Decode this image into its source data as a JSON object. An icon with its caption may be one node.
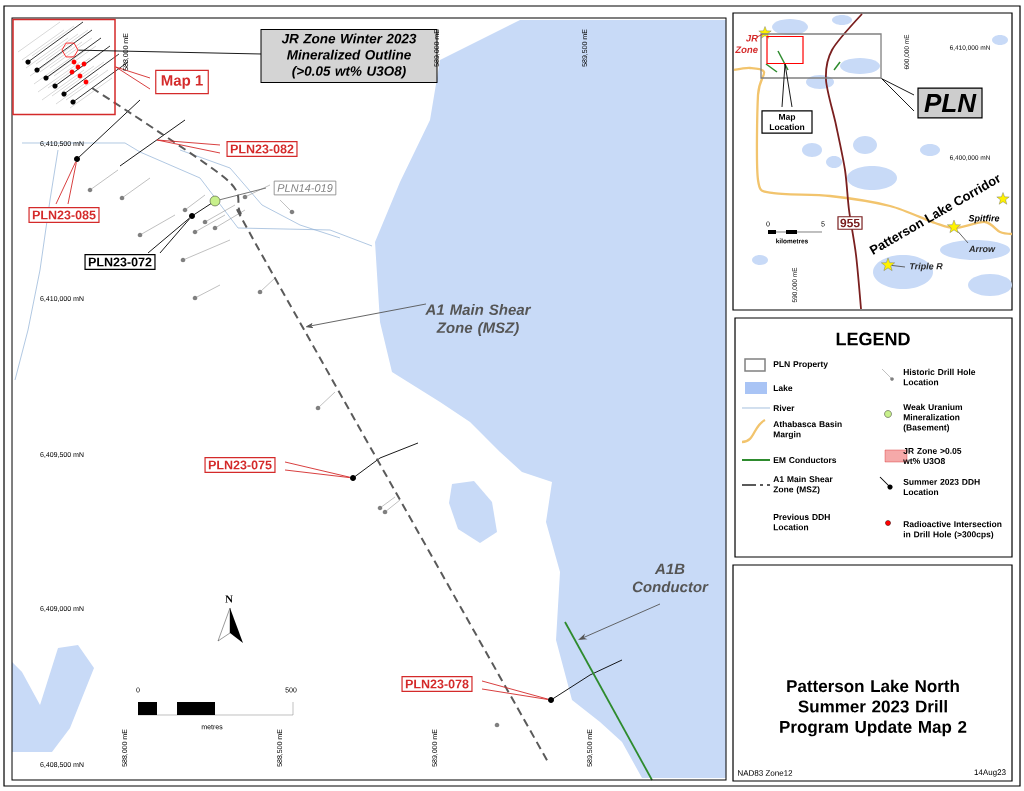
{
  "diagram": {
    "title": "Patterson Lake North Summer 2023 Drill Program Update Map 2",
    "nodes": [
      {
        "text": [
          "JR Zone Winter 2023 Mineralized Outline (>0.05 wt% U3O8)"
        ]
      },
      {
        "text": [],
        "shape": "box"
      },
      {
        "text": [],
        "shape": "polygon",
        "in": 1
      },
      {
        "text": [
          "Map 1"
        ]
      },
      {
        "text": [
          "PLN23-082"
        ]
      },
      {
        "text": [
          "PLN23-085"
        ]
      },
      {
        "text": [],
        "shape": "circle"
      },
      {
        "text": [
          "PLN14-019"
        ]
      },
      {
        "text": [],
        "shape": "circle"
      },
      {
        "text": [
          "PLN23-072"
        ]
      },
      {
        "text": [],
        "shape": "circle"
      },
      {
        "text": [
          "A1 Main Shear Zone (MSZ)"
        ]
      },
      {
        "text": [
          "PLN23-075"
        ]
      },
      {
        "text": [],
        "shape": "circle"
      },
      {
        "text": [
          "A1B Conductor"
        ]
      },
      {
        "text": [
          "PLN23-078"
        ]
      },
      {
        "text": [],
        "shape": "circle"
      },
      {
        "text": [
          "JR Zone"
        ]
      },
      {
        "text": [],
        "shape": "star"
      },
      {
        "text": [],
        "shape": "box"
      },
      {
        "text": [],
        "shape": "box",
        "in": 19
      },
      {
        "text": [
          "Map Location"
        ]
      },
      {
        "text": [
          "PLN"
        ]
      },
      {
        "text": [
          "955"
        ]
      },
      {
        "text": [
          "Arrow"
        ]
      },
      {
        "text": [],
        "shape": "star"
      },
      {
        "text": [
          "Triple R"
        ]
      },
      {
        "text": [],
        "shape": "star"
      },
      {
        "text": [],
        "shape": "star",
        "beside": [
          "Spitfire"
        ]
      }
    ],
    "edges": [
      {
        "from": 0,
        "to": 2,
        "arrow": "none",
        "color": "#000000"
      },
      {
        "from": 3,
        "to": 1,
        "arrow": "none",
        "color": "#d42a2a"
      },
      {
        "from": 4,
        "to": null,
        "arrow": "none",
        "color": "#d42a2a"
      },
      {
        "from": 5,
        "to": 6,
        "arrow": "none",
        "color": "#d42a2a"
      },
      {
        "from": 7,
        "to": 8,
        "arrow": "none",
        "color": "#666666"
      },
      {
        "from": 9,
        "to": 10,
        "arrow": "none",
        "color": "#000000"
      },
      {
        "from": 11,
        "to": null,
        "arrow": "to",
        "color": "#555555"
      },
      {
        "from": 12,
        "to": 13,
        "arrow": "none",
        "color": "#d42a2a"
      },
      {
        "from": 14,
        "to": null,
        "arrow": "to",
        "color": "#555555"
      },
      {
        "from": 15,
        "to": 16,
        "arrow": "none",
        "color": "#d42a2a"
      },
      {
        "from": 17,
        "to": 18,
        "arrow": "none",
        "color": "#d42a2a"
      },
      {
        "from": 21,
        "to": 20,
        "arrow": "none",
        "color": "#000000"
      },
      {
        "from": 22,
        "to": 19,
        "arrow": "none",
        "color": "#000000"
      },
      {
        "from": 24,
        "to": 25,
        "arrow": "none",
        "color": "#555555"
      },
      {
        "from": 26,
        "to": 27,
        "arrow": "none",
        "color": "#555555"
      }
    ],
    "labels": [
      "588,000 mE",
      "589,000 mE",
      "589,500 mE",
      "6,410,000 mN",
      "600,000 mE",
      "6,410,500 mN",
      "6,400,000 mN",
      "Patterson Lake Corridor",
      "0",
      "5",
      "kilometres",
      "590,000 mE",
      "6,410,000 mN",
      "LEGEND",
      "6,409,500 mN",
      "6,409,000 mN",
      "N",
      "0",
      "500",
      "metres",
      "588,000 mE",
      "588,500 mE",
      "589,000 mE",
      "589,500 mE",
      "6,408,500 mN",
      "NAD83 Zone12",
      "14Aug23"
    ],
    "legend": [
      {
        "text": "PLN Property"
      },
      {
        "text": "Lake",
        "color": "#a9c4f5"
      },
      {
        "text": "River"
      },
      {
        "text": "Athabasca Basin Margin"
      },
      {
        "text": "EM Conductors"
      },
      {
        "text": "A1 Main Shear Zone (MSZ)"
      },
      {
        "text": "Previous DDH Location"
      },
      {
        "text": "Historic Drill Hole Location"
      },
      {
        "text": "Weak Uranium Mineralization (Basement)"
      },
      {
        "text": "JR Zone >0.05 wt% U3O8",
        "color": "#f5a9a9"
      },
      {
        "text": "Summer 2023 DDH Location"
      },
      {
        "text": "Radioactive Intersection in Drill Hole (>300cps)"
      }
    ]
  }
}
